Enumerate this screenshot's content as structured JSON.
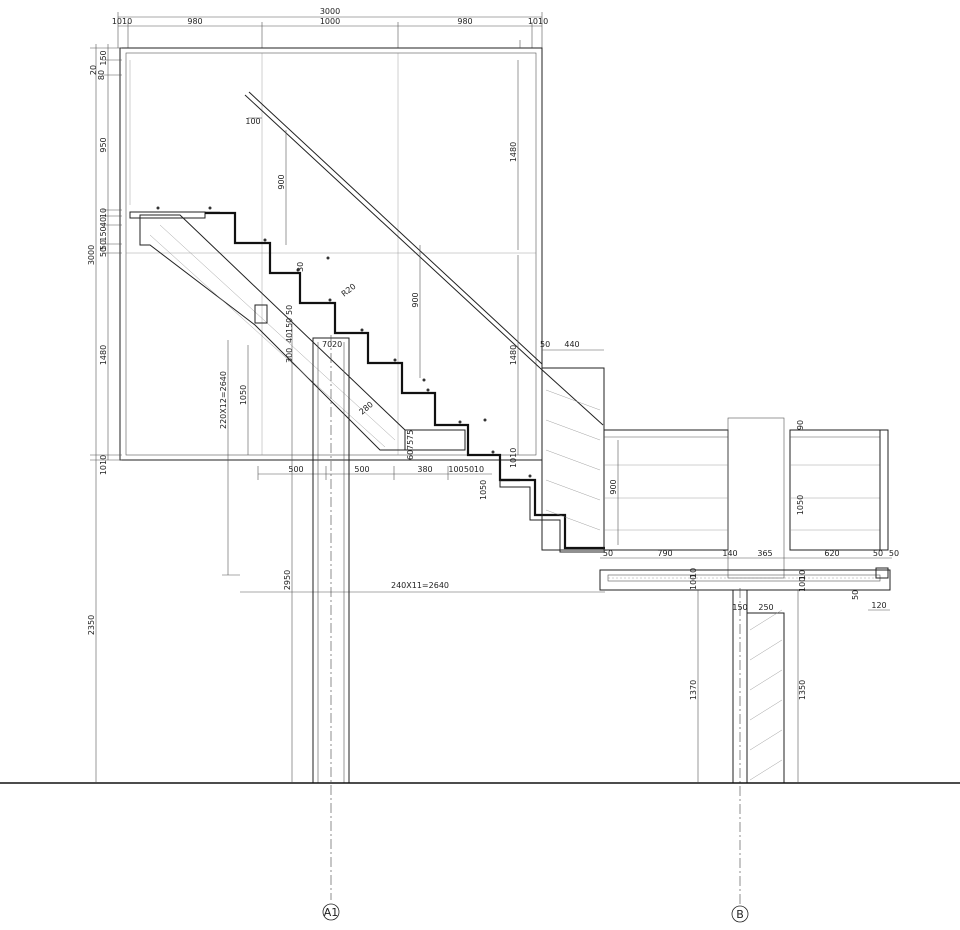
{
  "dims_top": {
    "overall": "3000",
    "a": "1010",
    "b": "980",
    "c": "1000",
    "d": "980",
    "e": "1010"
  },
  "dims_left": [
    "20",
    "80",
    "150",
    "950",
    "10",
    "40",
    "150",
    "50",
    "50",
    "3000",
    "1480",
    "1010",
    "2350"
  ],
  "dims_inner": {
    "rail_offset": "100",
    "rail_h1": "900",
    "rail_h2": "900",
    "right_h1": "1480",
    "right_h2": "1480",
    "r": "R20",
    "step_rise": "220X12=2640",
    "run": "240X11=2640",
    "h1050": "1050",
    "h2950": "2950",
    "v300": "300",
    "v30": "30",
    "v150": "150",
    "v40": "40",
    "v50": "50",
    "v20": "20",
    "w70": "70",
    "w20": "20",
    "d280": "280",
    "v75a": "75",
    "v75b": "75",
    "v60": "60",
    "v10r": "1010",
    "v50r": "50",
    "v10b": "10",
    "v50b": "50"
  },
  "dims_mid": [
    "500",
    "500",
    "380",
    "100",
    "50",
    "10"
  ],
  "dims_landing": {
    "w50": "50",
    "w440": "440",
    "h900": "900",
    "h90": "90",
    "h1050": "1050"
  },
  "dims_platform": [
    "50",
    "790",
    "140",
    "365",
    "620",
    "50",
    "50"
  ],
  "dims_slab": {
    "t10": "10",
    "t100": "100",
    "t10b": "10",
    "t100b": "100",
    "t50": "50",
    "w120": "120"
  },
  "dims_columns": {
    "w150": "150",
    "w250": "250",
    "h1370": "1370",
    "h1350": "1350"
  },
  "axes": {
    "a": "A1",
    "b": "B"
  }
}
